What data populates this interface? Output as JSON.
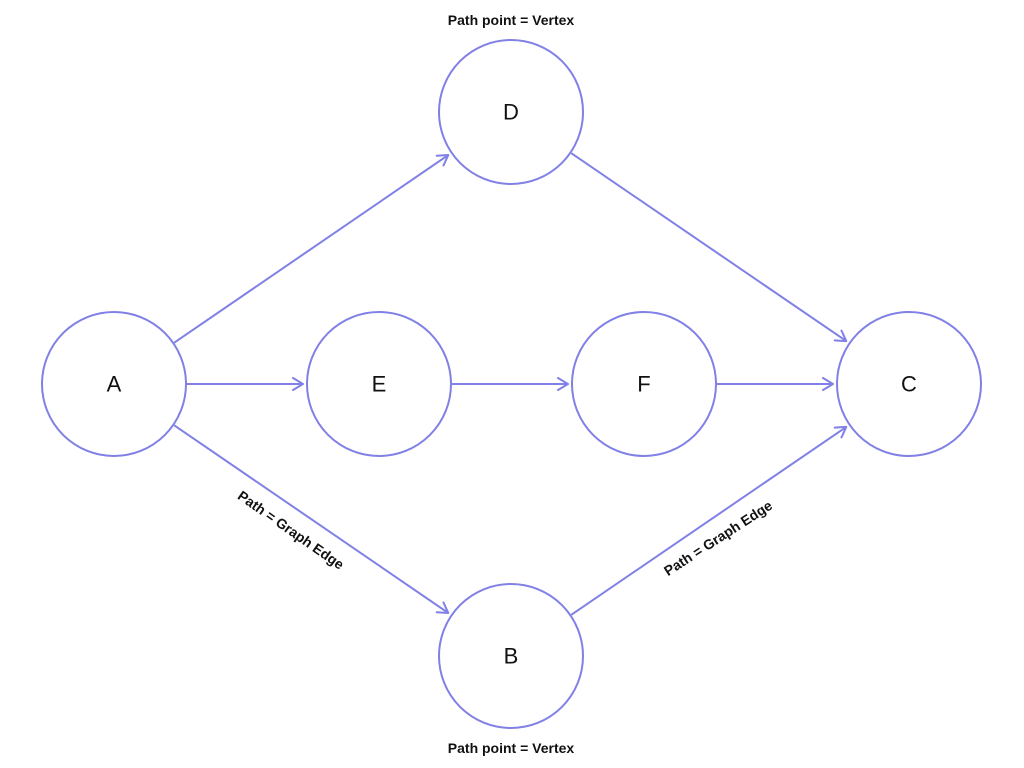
{
  "colors": {
    "stroke": "#8080e6",
    "text": "#111111",
    "background": "#ffffff"
  },
  "diagram": {
    "nodes": [
      {
        "id": "A",
        "label": "A"
      },
      {
        "id": "B",
        "label": "B"
      },
      {
        "id": "C",
        "label": "C"
      },
      {
        "id": "D",
        "label": "D"
      },
      {
        "id": "E",
        "label": "E"
      },
      {
        "id": "F",
        "label": "F"
      }
    ],
    "edges": [
      {
        "from": "A",
        "to": "D",
        "directed": true
      },
      {
        "from": "A",
        "to": "E",
        "directed": true
      },
      {
        "from": "A",
        "to": "B",
        "directed": true
      },
      {
        "from": "D",
        "to": "C",
        "directed": true
      },
      {
        "from": "E",
        "to": "F",
        "directed": true
      },
      {
        "from": "F",
        "to": "C",
        "directed": true
      },
      {
        "from": "B",
        "to": "C",
        "directed": true
      }
    ],
    "annotations": {
      "vertex_top": "Path point = Vertex",
      "vertex_bottom": "Path point = Vertex",
      "edge_ab": "Path = Graph Edge",
      "edge_bc": "Path = Graph Edge"
    }
  }
}
